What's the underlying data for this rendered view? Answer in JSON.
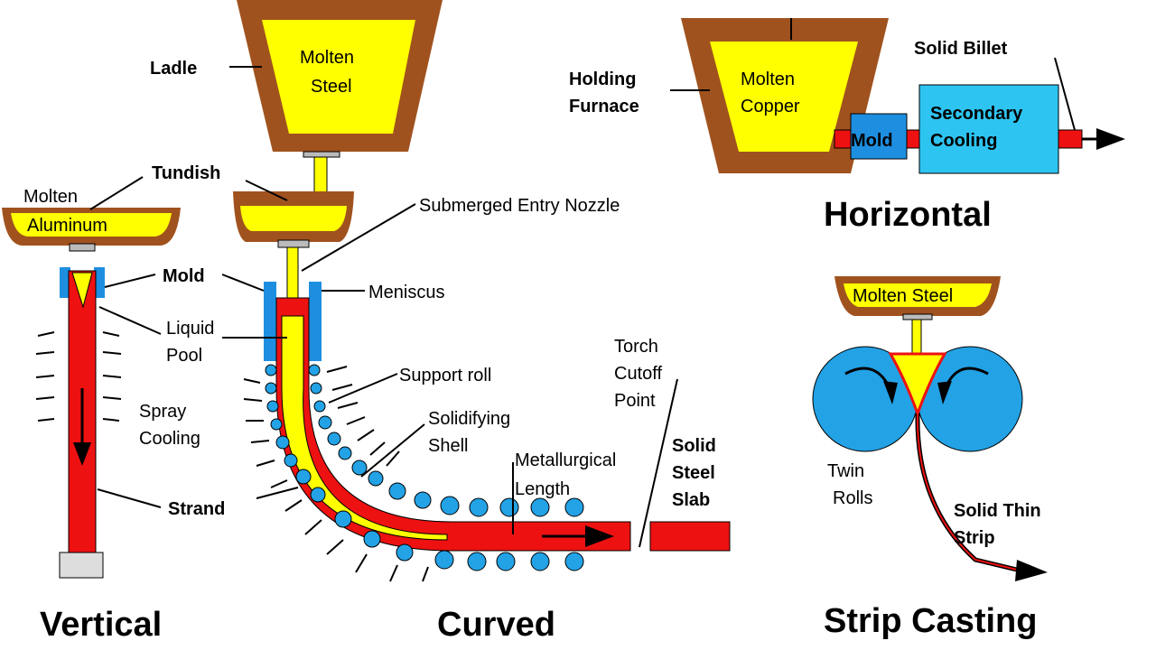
{
  "colors": {
    "refractory": "#a0521e",
    "molten": "#ffff00",
    "solid": "#ee1111",
    "mold": "#1e8fe0",
    "cooling_box": "#2ec4f2",
    "roll": "#23a2e6"
  },
  "labels": {
    "ladle": "Ladle",
    "ladle_content_1": "Molten",
    "ladle_content_2": "Steel",
    "tundish": "Tundish",
    "molten": "Molten",
    "aluminum": "Aluminum",
    "sen": "Submerged Entry Nozzle",
    "mold": "Mold",
    "meniscus": "Meniscus",
    "liquid_pool_1": "Liquid",
    "liquid_pool_2": "Pool",
    "support_roll": "Support roll",
    "spray_cooling_1": "Spray",
    "spray_cooling_2": "Cooling",
    "solidifying_shell_1": "Solidifying",
    "solidifying_shell_2": "Shell",
    "metallurgical_length_1": "Metallurgical",
    "metallurgical_length_2": "Length",
    "strand": "Strand",
    "torch_1": "Torch",
    "torch_2": "Cutoff",
    "torch_3": "Point",
    "slab_1": "Solid",
    "slab_2": "Steel",
    "slab_3": "Slab",
    "holding_furnace_1": "Holding",
    "holding_furnace_2": "Furnace",
    "molten_copper_1": "Molten",
    "molten_copper_2": "Copper",
    "h_mold": "Mold",
    "secondary_cooling_1": "Secondary",
    "secondary_cooling_2": "Cooling",
    "solid_billet": "Solid Billet",
    "strip_molten_steel": "Molten Steel",
    "twin_rolls_1": "Twin",
    "twin_rolls_2": "Rolls",
    "solid_thin_strip_1": "Solid Thin",
    "solid_thin_strip_2": "Strip"
  },
  "titles": {
    "vertical": "Vertical",
    "curved": "Curved",
    "horizontal": "Horizontal",
    "strip_casting": "Strip Casting"
  }
}
